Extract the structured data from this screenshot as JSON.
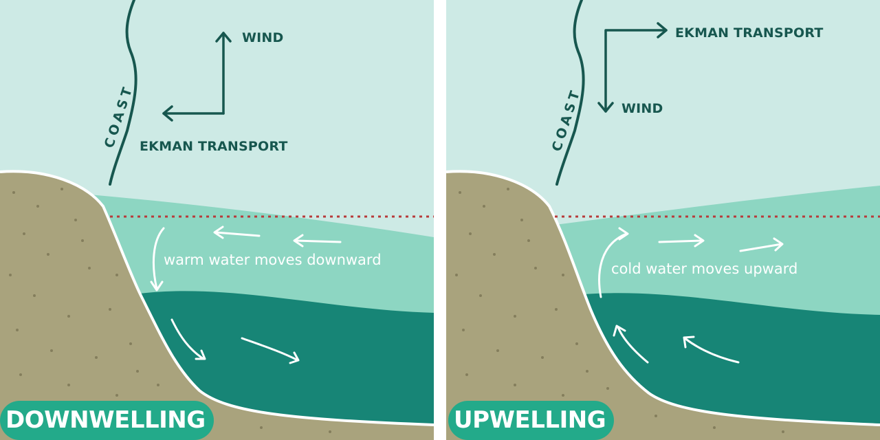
{
  "downwelling": {
    "title": "DOWNWELLING",
    "coast_label": "COAST",
    "wind_label": "WIND",
    "ekman_label": "EKMAN TRANSPORT",
    "flow_label": "warm water moves downward"
  },
  "upwelling": {
    "title": "UPWELLING",
    "coast_label": "COAST",
    "wind_label": "WIND",
    "ekman_label": "EKMAN TRANSPORT",
    "flow_label": "cold water moves upward"
  },
  "colors": {
    "sky": "#cdeae5",
    "surface_water": "#8dd6c2",
    "deep_water": "#178576",
    "seabed": "#a9a37d",
    "label_dark": "#17574f",
    "sea_level_line": "#b83a3a",
    "badge": "#23aa8a"
  },
  "icons": [
    "wind-arrow-icon",
    "ekman-transport-arrow-icon",
    "flow-arrow-icon"
  ]
}
